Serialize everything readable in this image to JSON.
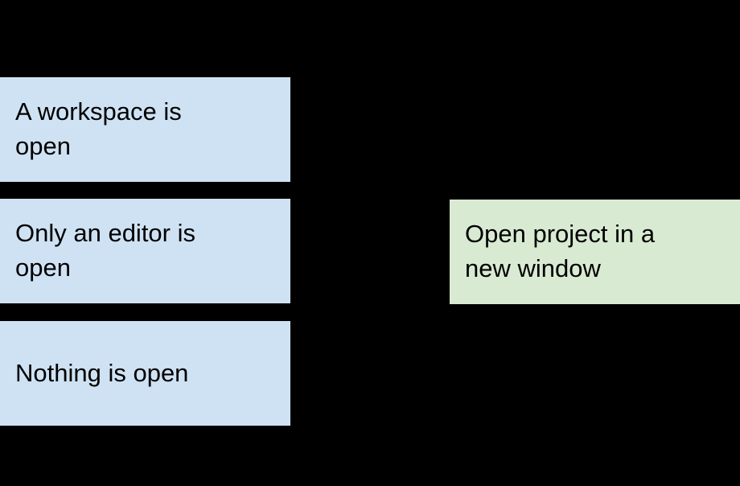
{
  "diagram": {
    "nodes": {
      "workspace_open": {
        "label": "A workspace is\nopen",
        "type": "state"
      },
      "editor_open": {
        "label": "Only an editor is\nopen",
        "type": "state"
      },
      "nothing_open": {
        "label": "Nothing is open",
        "type": "state"
      },
      "open_project_new_window": {
        "label": "Open project in a\nnew window",
        "type": "action"
      }
    },
    "colors": {
      "background": "#000000",
      "state_fill": "#cfe2f3",
      "action_fill": "#d9ead3",
      "text": "#000000"
    }
  }
}
